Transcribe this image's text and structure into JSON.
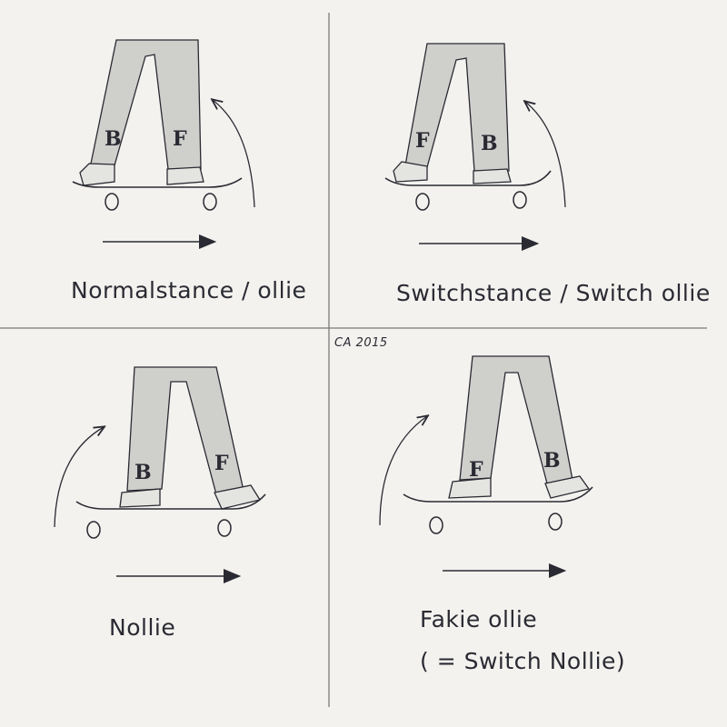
{
  "captions": {
    "top_left": "Normalstance / ollie",
    "top_right": "Switchstance / Switch ollie",
    "bottom_left": "Nollie",
    "bottom_right_line1": "Fakie ollie",
    "bottom_right_line2": "( = Switch Nollie)"
  },
  "signature": "CA 2015",
  "foot_labels": {
    "top_left": [
      "B",
      "F"
    ],
    "top_right": [
      "F",
      "B"
    ],
    "bottom_left": [
      "B",
      "F"
    ],
    "bottom_right": [
      "F",
      "B"
    ]
  },
  "colors": {
    "paper": "#f3f2ee",
    "ink": "#2a2a33",
    "pants": "#cfcfcc",
    "divider": "#7a7a7a"
  }
}
